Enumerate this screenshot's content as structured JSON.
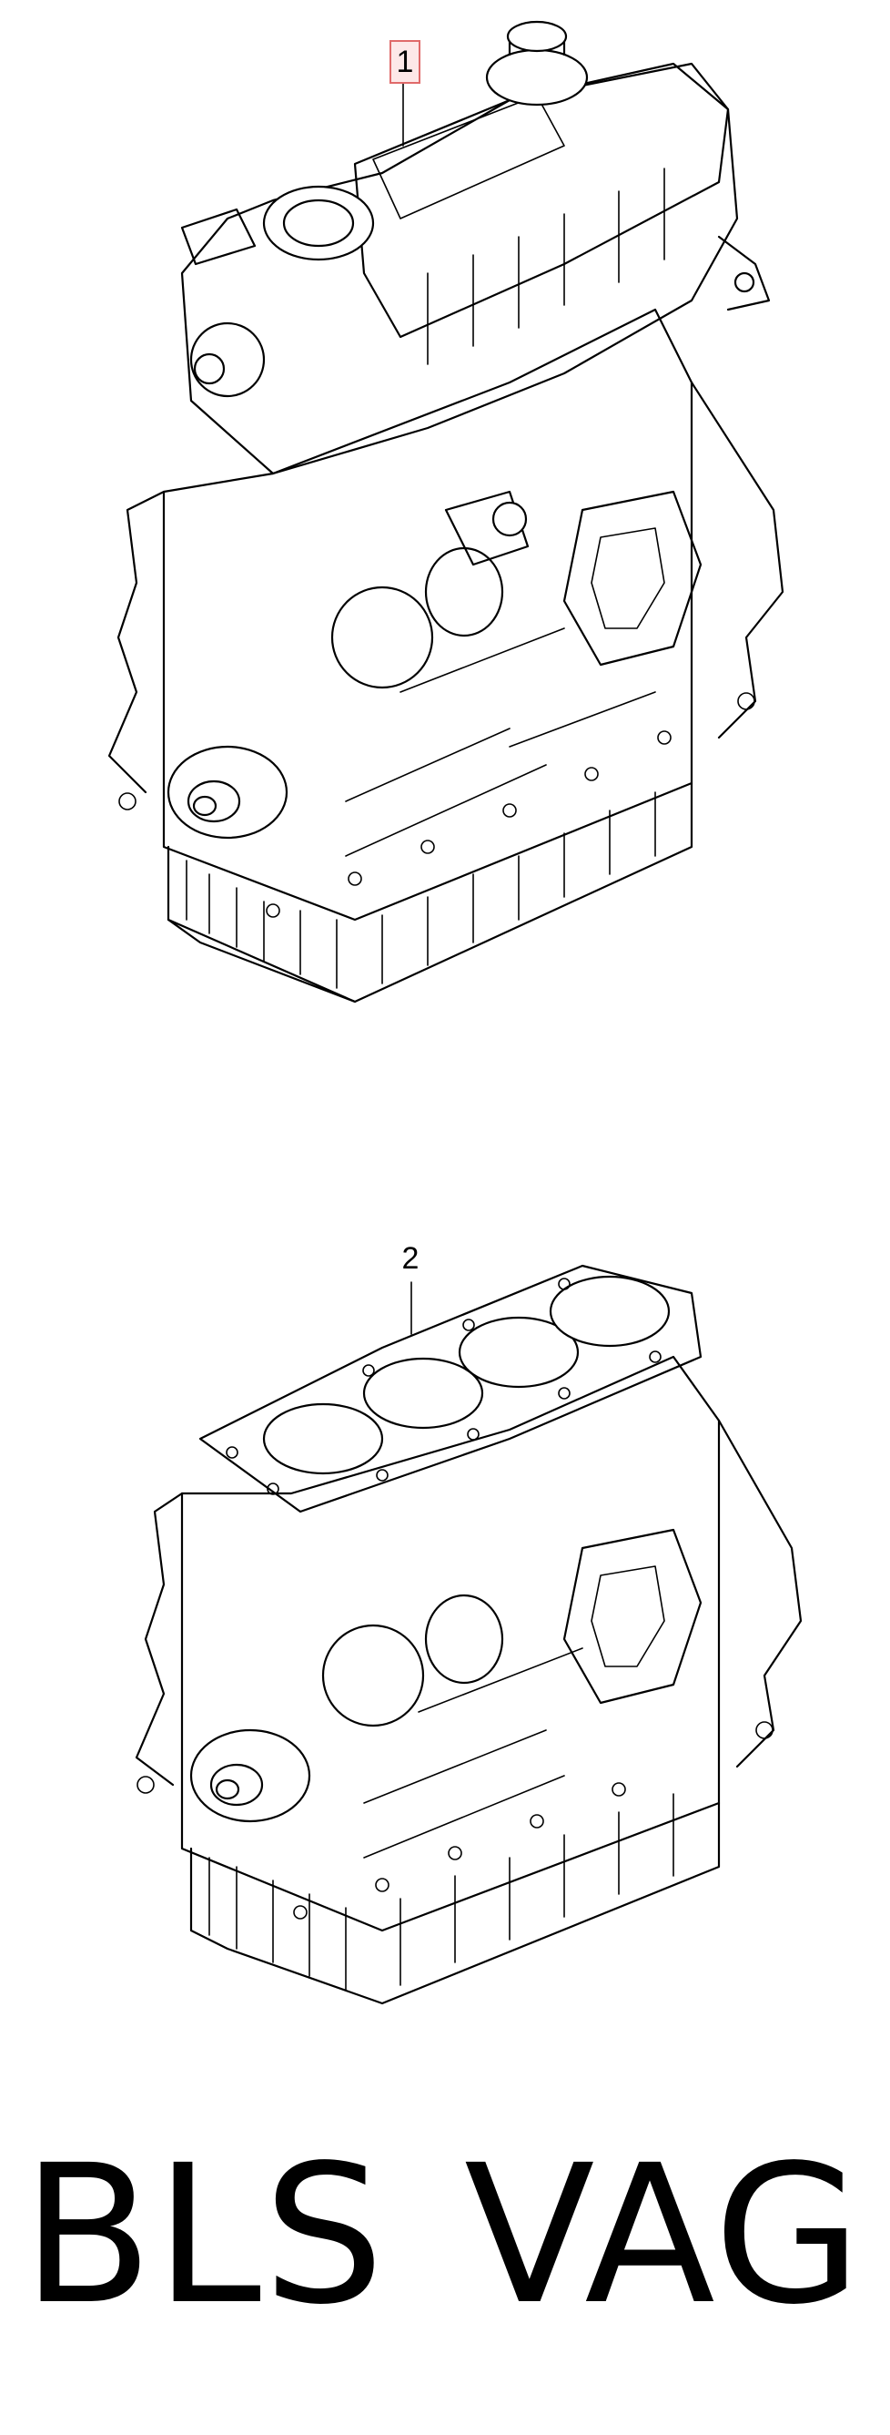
{
  "diagram": {
    "callouts": [
      {
        "id": "1",
        "label": "1",
        "highlight_color": "#e06a6a"
      },
      {
        "id": "2",
        "label": "2"
      }
    ],
    "footer": {
      "left": "BLS",
      "right": "VAG"
    },
    "colors": {
      "line": "#000000",
      "background": "#ffffff",
      "highlight": "#e06a6a"
    }
  }
}
